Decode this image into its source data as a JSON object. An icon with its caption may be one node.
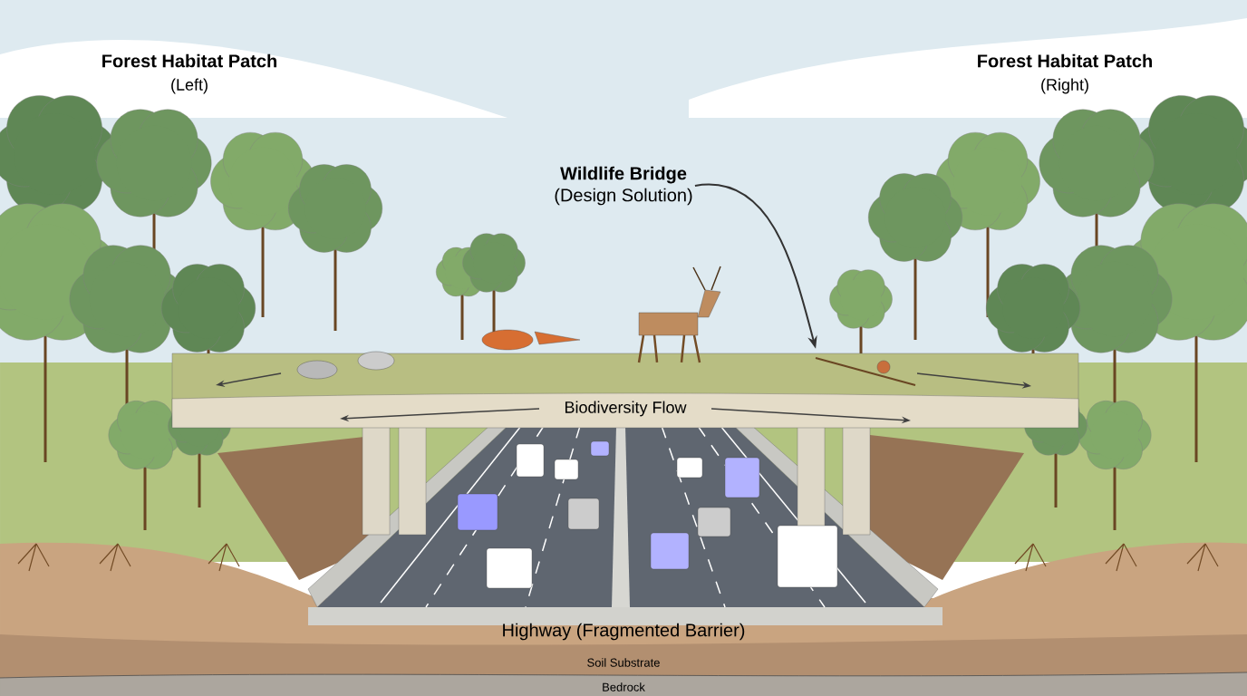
{
  "diagram": {
    "nodes": [
      {
        "text": [
          "Wildlife Bridge",
          "(Design Solution)"
        ]
      },
      {
        "text": [],
        "shape": "picture"
      }
    ],
    "edges": [
      {
        "from": 0,
        "to": 1,
        "arrow": "to"
      }
    ],
    "labels": [
      "Forest Habitat Patch",
      "(Left)",
      "Forest Habitat Patch",
      "(Right)",
      "Biodiversity Flow",
      "Highway (Fragmented Barrier)",
      "Soil Substrate",
      "Bedrock"
    ]
  }
}
